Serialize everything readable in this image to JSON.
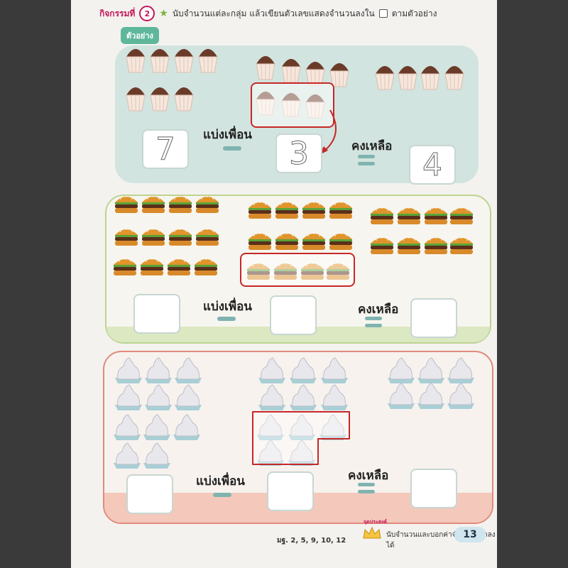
{
  "header": {
    "activity_prefix": "กิจกรรมที่",
    "activity_number": "2",
    "instruction": "นับจำนวนแต่ละกลุ่ม แล้วเขียนตัวเลขแสดงจำนวนลงใน",
    "instruction_suffix": "ตามตัวอย่าง"
  },
  "example_label": "ตัวอย่าง",
  "example": {
    "total": "7",
    "share_label": "แบ่งเพื่อน",
    "shared": "3",
    "remain_label": "คงเหลือ",
    "remain": "4"
  },
  "exercise_burger": {
    "share_label": "แบ่งเพื่อน",
    "remain_label": "คงเหลือ",
    "total": "",
    "shared": "",
    "remain": ""
  },
  "exercise_icecream": {
    "share_label": "แบ่งเพื่อน",
    "remain_label": "คงเหลือ",
    "total": "",
    "shared": "",
    "remain": ""
  },
  "footer": {
    "standard": "มฐ. 2, 5, 9, 10, 12",
    "objective_label": "จุดประสงค์",
    "objective": "นับจำนวนและบอกค่าจำนวนที่ลดลงได้",
    "page_number": "13"
  },
  "colors": {
    "example_panel": "#d2e4df",
    "burger_panel_border": "#bcd48f",
    "icecream_panel_border": "#e08a7b",
    "group_highlight": "#c62828",
    "arrow": "#c62828"
  }
}
